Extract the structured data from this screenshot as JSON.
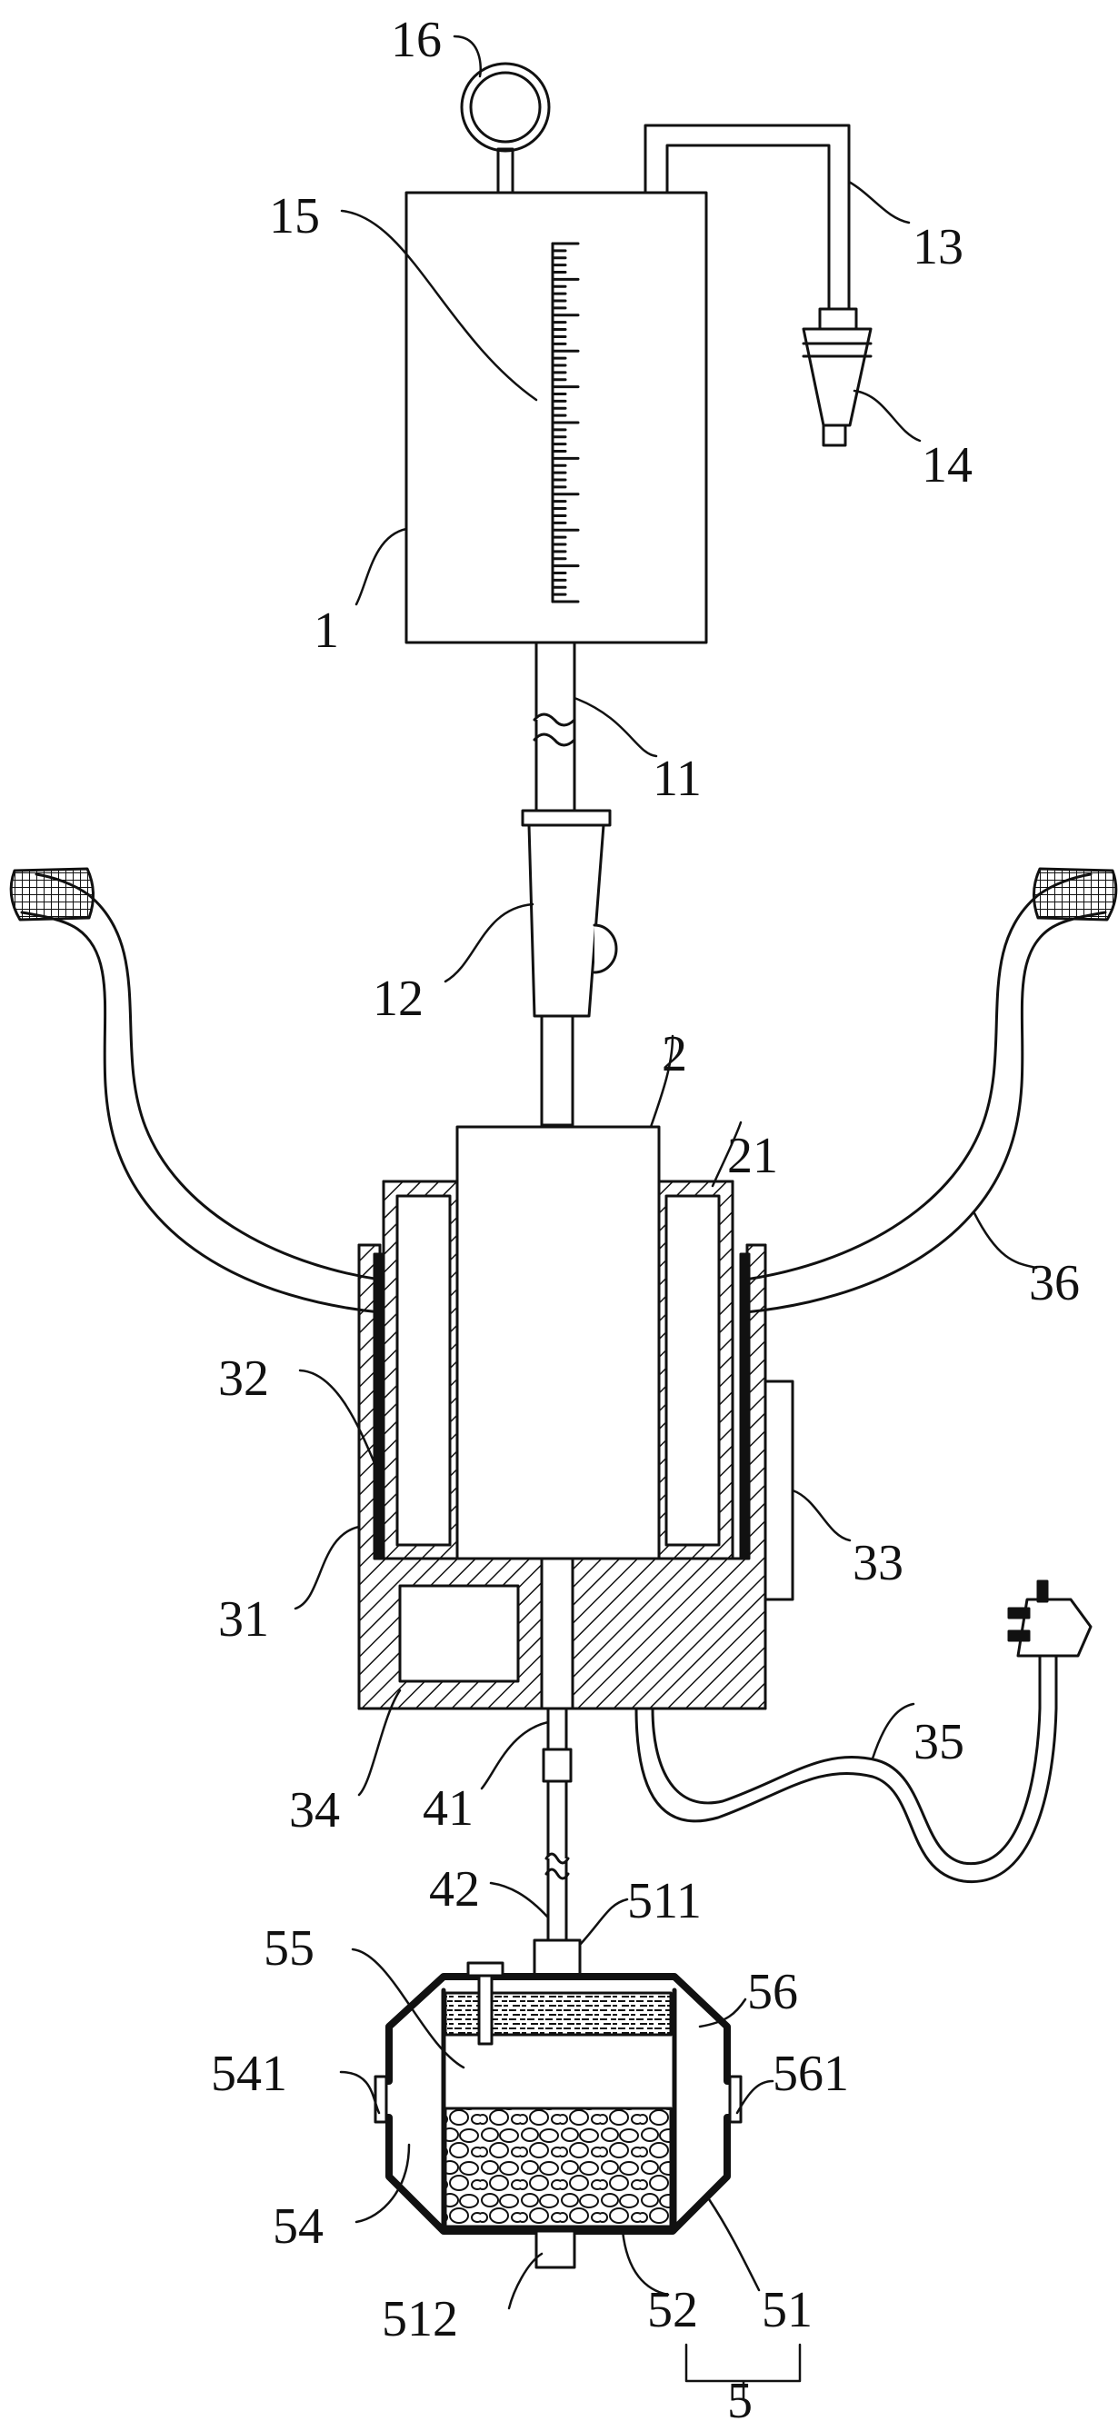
{
  "labels": {
    "l16": "16",
    "l15": "15",
    "l13": "13",
    "l14": "14",
    "l1": "1",
    "l11": "11",
    "l12": "12",
    "l2": "2",
    "l21": "21",
    "l36": "36",
    "l32": "32",
    "l33": "33",
    "l31": "31",
    "l35": "35",
    "l34": "34",
    "l41": "41",
    "l42": "42",
    "l511": "511",
    "l55": "55",
    "l56": "56",
    "l541": "541",
    "l561": "561",
    "l54": "54",
    "l512": "512",
    "l52": "52",
    "l51": "51",
    "l5": "5"
  },
  "scale": {
    "ticks": 11
  },
  "colors": {
    "ink": "#111111",
    "background": "#ffffff"
  }
}
